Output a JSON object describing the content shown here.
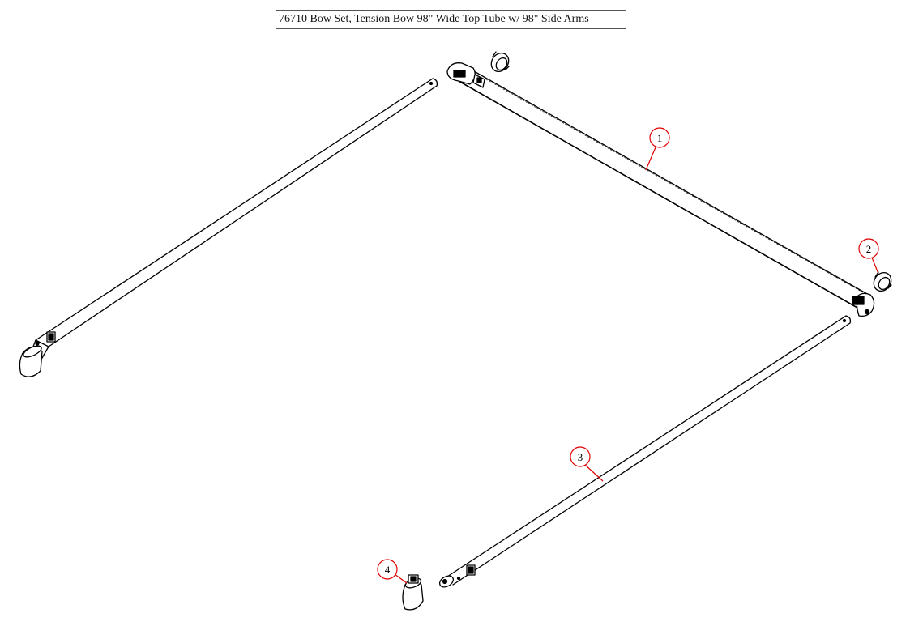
{
  "title": "76710 Bow Set, Tension Bow 98\" Wide Top Tube w/ 98\" Side Arms",
  "colors": {
    "line": "#000000",
    "callout": "#e00000",
    "frame": "#555555"
  },
  "callouts": [
    {
      "id": "1",
      "label": "1"
    },
    {
      "id": "2",
      "label": "2"
    },
    {
      "id": "3",
      "label": "3"
    },
    {
      "id": "4",
      "label": "4"
    }
  ]
}
